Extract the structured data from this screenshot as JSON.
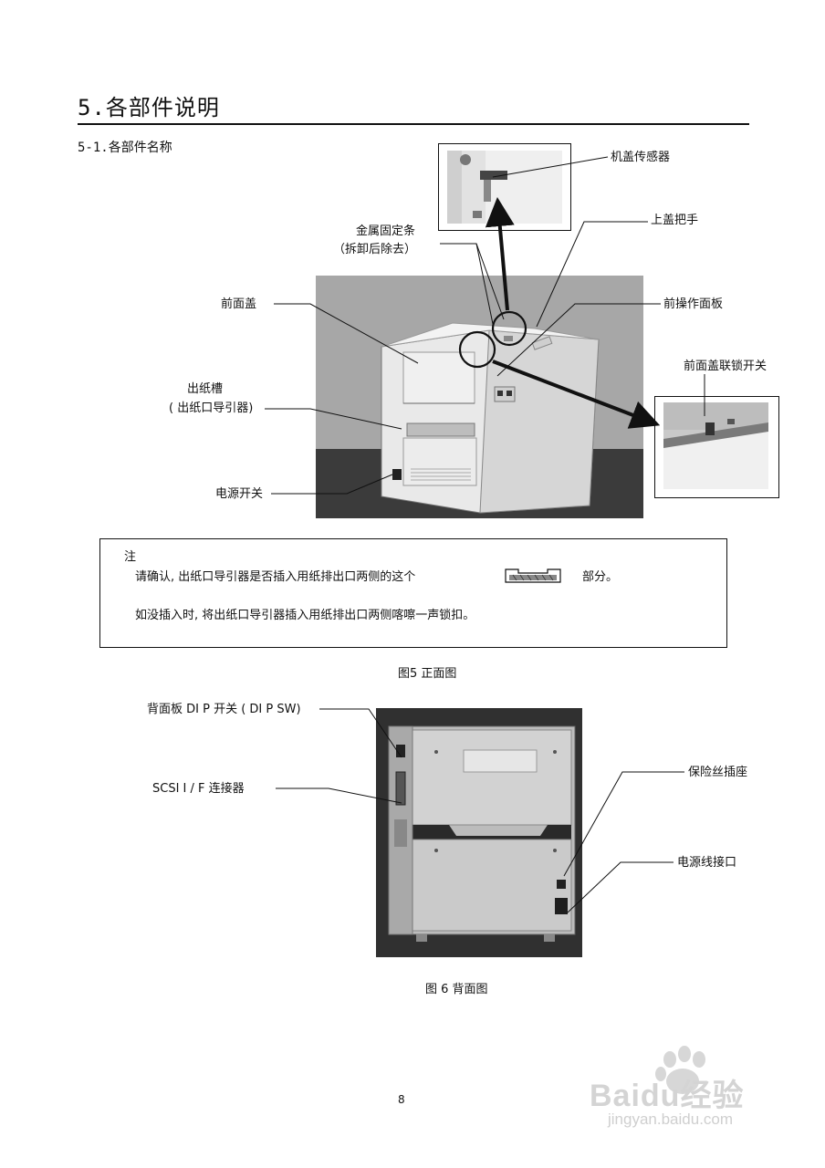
{
  "header": {
    "section_title": "5.各部件说明",
    "subsection_title": "5-1.各部件名称"
  },
  "front_view": {
    "labels": {
      "cover_sensor": "机盖传感器",
      "top_cover_handle": "上盖把手",
      "metal_bar_line1": "金属固定条",
      "metal_bar_line2": "（拆卸后除去）",
      "front_cover": "前面盖",
      "front_panel": "前操作面板",
      "front_interlock": "前面盖联锁开关",
      "paper_slot_line1": "出纸槽",
      "paper_slot_line2": "( 出纸口导引器)",
      "power_switch": "电源开关"
    },
    "note": {
      "heading": "注",
      "line1_before": "请确认, 出纸口导引器是否插入用纸排出口两侧的这个",
      "line1_after": "部分。",
      "line2": "如没插入时, 将出纸口导引器插入用纸排出口两侧喀嚓一声锁扣。"
    },
    "caption": "图5  正面图"
  },
  "back_view": {
    "labels": {
      "dip_switch": "背面板 DI P 开关 ( DI P  SW)",
      "scsi": "SCSI    I / F    连接器",
      "fuse": "保险丝插座",
      "power_cord": "电源线接口"
    },
    "caption": "图 6    背面图"
  },
  "footer": {
    "page_number": "8",
    "watermark_logo": "Baidu经验",
    "watermark_url": "jingyan.baidu.com"
  },
  "colors": {
    "ink": "#111111",
    "photo_gray": "#8c8c8c",
    "photo_dark": "#2e2e2e",
    "watermark": "#d7d7d7"
  }
}
